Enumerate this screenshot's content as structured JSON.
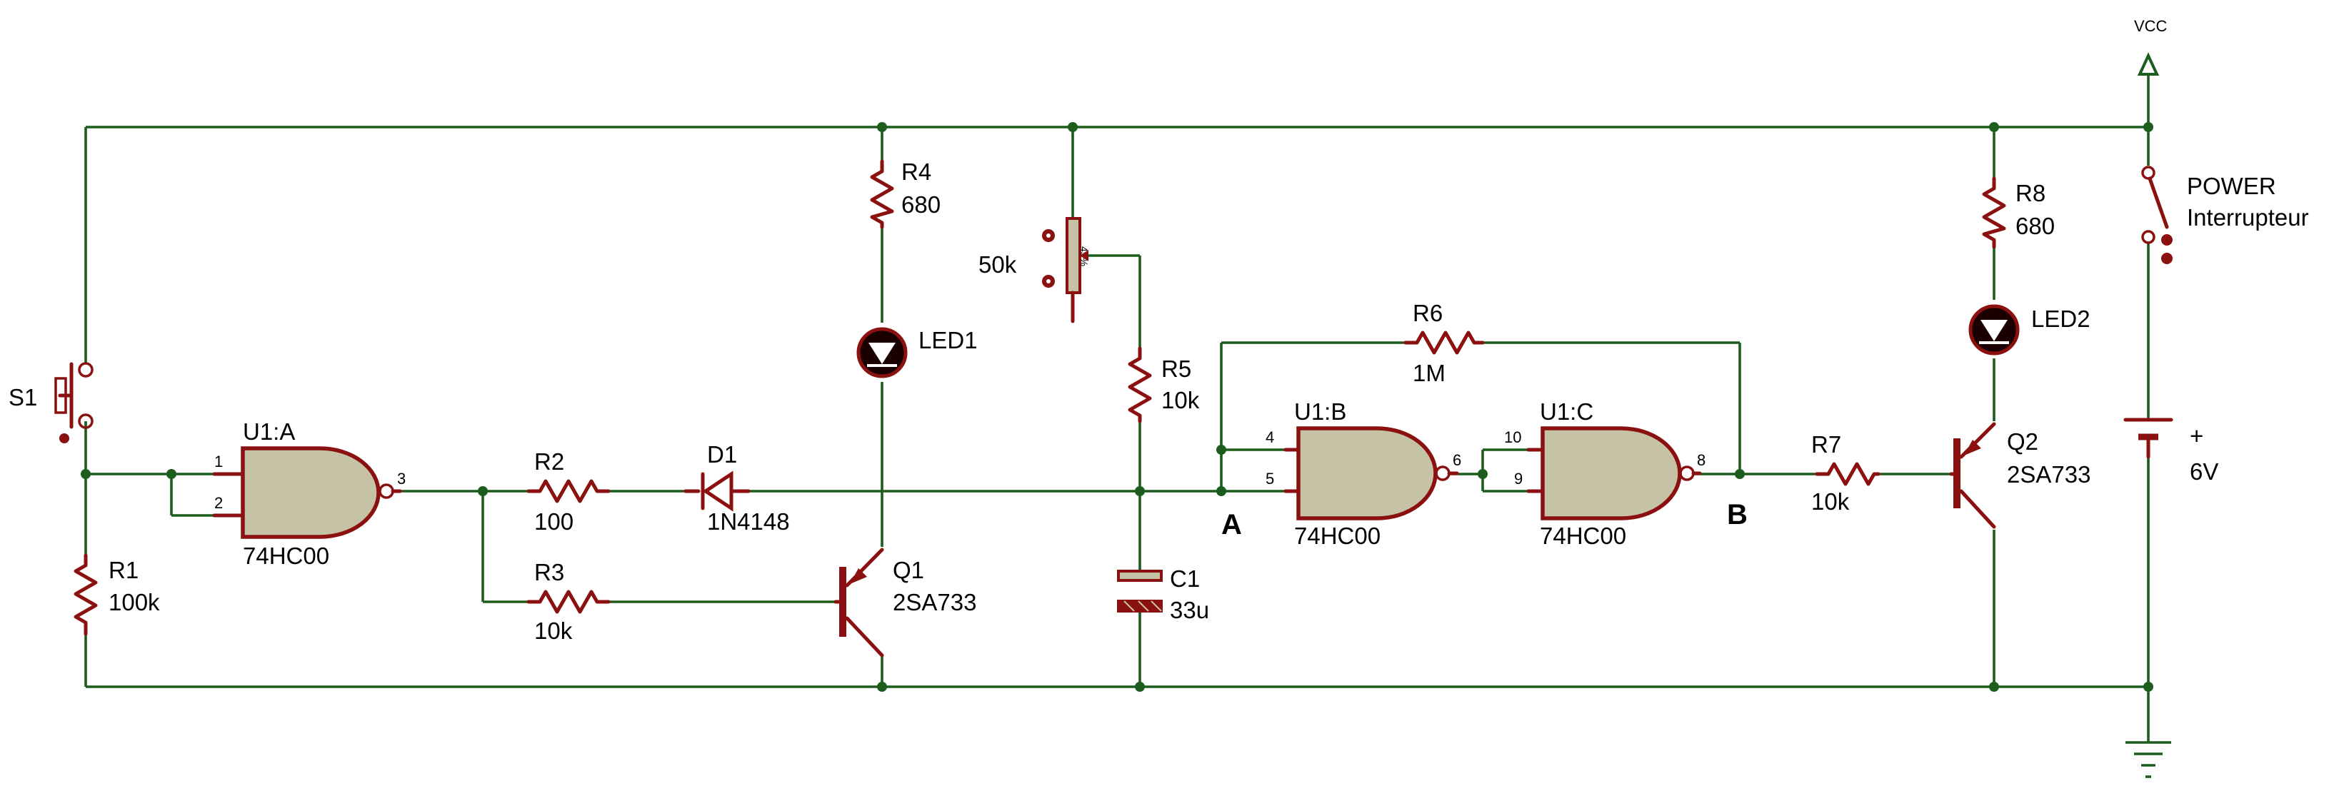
{
  "components": {
    "S1": {
      "ref": "S1"
    },
    "R1": {
      "ref": "R1",
      "value": "100k"
    },
    "U1A": {
      "ref": "U1:A",
      "part": "74HC00",
      "pins": [
        "1",
        "2",
        "3"
      ]
    },
    "R2": {
      "ref": "R2",
      "value": "100"
    },
    "R3": {
      "ref": "R3",
      "value": "10k"
    },
    "D1": {
      "ref": "D1",
      "part": "1N4148"
    },
    "R4": {
      "ref": "R4",
      "value": "680"
    },
    "LED1": {
      "ref": "LED1"
    },
    "Q1": {
      "ref": "Q1",
      "part": "2SA733"
    },
    "POT": {
      "value": "50k",
      "setting": "45%"
    },
    "R5": {
      "ref": "R5",
      "value": "10k"
    },
    "C1": {
      "ref": "C1",
      "value": "33u"
    },
    "R6": {
      "ref": "R6",
      "value": "1M"
    },
    "U1B": {
      "ref": "U1:B",
      "part": "74HC00",
      "pins": [
        "4",
        "5",
        "6"
      ]
    },
    "U1C": {
      "ref": "U1:C",
      "part": "74HC00",
      "pins": [
        "10",
        "9",
        "8"
      ]
    },
    "R7": {
      "ref": "R7",
      "value": "10k"
    },
    "R8": {
      "ref": "R8",
      "value": "680"
    },
    "LED2": {
      "ref": "LED2"
    },
    "Q2": {
      "ref": "Q2",
      "part": "2SA733"
    },
    "SW": {
      "ref": "POWER",
      "type": "Interrupteur"
    },
    "BAT": {
      "polarity": "+",
      "value": "6V"
    }
  },
  "nodes": {
    "A": "A",
    "B": "B"
  },
  "power": {
    "vcc": "VCC"
  },
  "colors": {
    "wire": "#1c5c1c",
    "component": "#8b1010",
    "gate_fill": "#c6c2a6"
  }
}
